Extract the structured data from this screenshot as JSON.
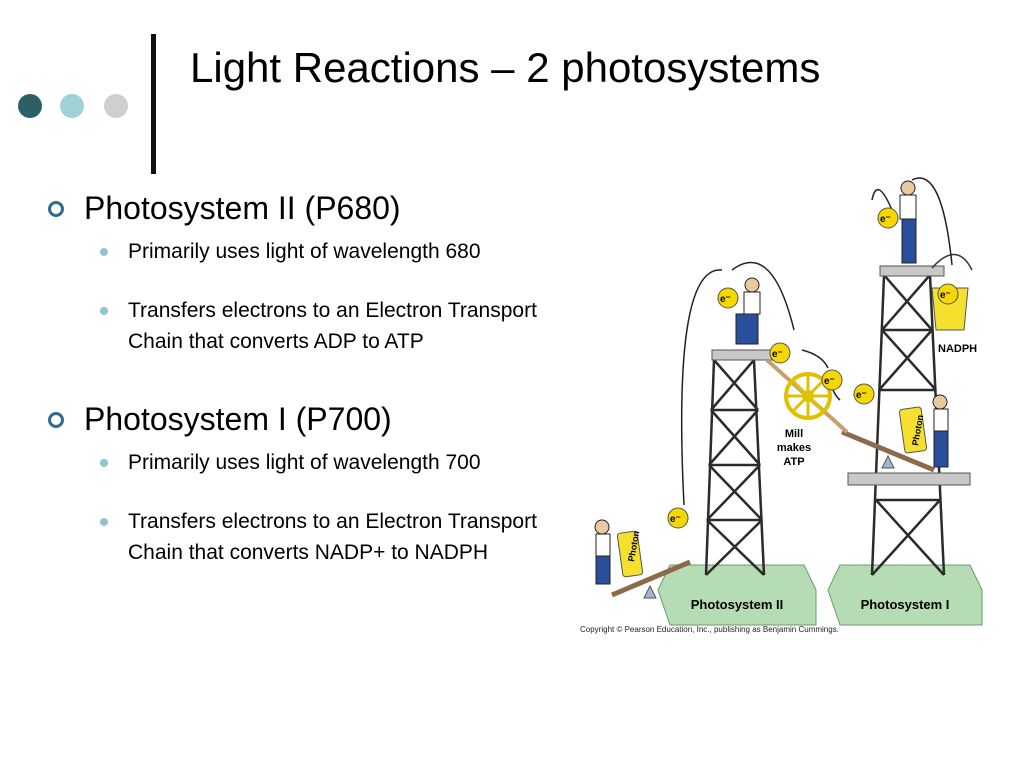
{
  "slide": {
    "title": "Light Reactions – 2 photosystems",
    "bullets": [
      {
        "text": "Photosystem II (P680)",
        "sub": [
          "Primarily uses light of wavelength 680",
          "Transfers electrons to an Electron Transport Chain that converts ADP to ATP"
        ]
      },
      {
        "text": "Photosystem I (P700)",
        "sub": [
          "Primarily uses light of wavelength 700",
          "Transfers electrons to an Electron Transport Chain that converts NADP+ to NADPH"
        ]
      }
    ]
  },
  "figure": {
    "ps2_label": "Photosystem II",
    "ps1_label": "Photosystem I",
    "mill_line1": "Mill",
    "mill_line2": "makes",
    "mill_line3": "ATP",
    "nadph_label": "NADPH",
    "electron_label": "e⁻",
    "photon_label": "Photon",
    "copyright": "Copyright © Pearson Education, Inc., publishing as Benjamin Cummings."
  },
  "colors": {
    "accent_dark": "#2f5f66",
    "accent_light": "#9fd2d6",
    "accent_gray": "#cfcfcf",
    "platform_green": "#b6dcb6",
    "electron_yellow": "#f5d800"
  }
}
